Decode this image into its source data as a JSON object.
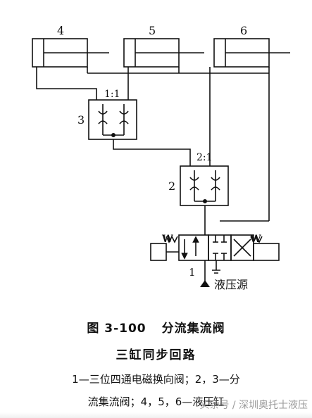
{
  "diagram": {
    "cylinders": [
      {
        "label": "4"
      },
      {
        "label": "5"
      },
      {
        "label": "6"
      }
    ],
    "flow_dividers": [
      {
        "label": "3",
        "ratio": "1:1"
      },
      {
        "label": "2",
        "ratio": "2:1"
      }
    ],
    "valve": {
      "label": "1",
      "solenoid_left": "W",
      "solenoid_right": "W"
    },
    "source_label": "液压源"
  },
  "caption": {
    "figure_number": "图 3-100",
    "figure_title": "分流集流阀",
    "subtitle": "三缸同步回路",
    "legend_line1": "1—三位四通电磁换向阀；2，3—分",
    "legend_line2": "流集流阀；4，5，6—液压缸"
  },
  "watermark": "头条号 / 深圳奥托士液压"
}
